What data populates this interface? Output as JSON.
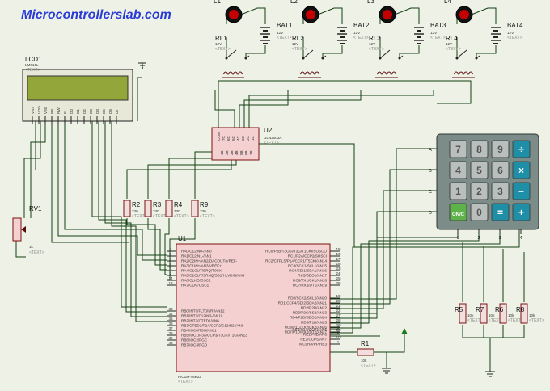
{
  "header": {
    "site": "Microcontrollerslab.com"
  },
  "placeholder": "<TEXT>",
  "lcd": {
    "ref": "LCD1",
    "part": "LM016L",
    "pins": [
      "VSS",
      "VDD",
      "VEE",
      "RS",
      "RW",
      "E",
      "D0",
      "D1",
      "D2",
      "D3",
      "D4",
      "D5",
      "D6",
      "D7"
    ]
  },
  "pot": {
    "ref": "RV1",
    "value": "1k"
  },
  "lamps": [
    "L1",
    "L2",
    "L3",
    "L4"
  ],
  "batteries": [
    {
      "ref": "BAT1",
      "v": "12V"
    },
    {
      "ref": "BAT2",
      "v": "12V"
    },
    {
      "ref": "BAT3",
      "v": "12V"
    },
    {
      "ref": "BAT4",
      "v": "12V"
    }
  ],
  "relays": [
    {
      "ref": "RL1",
      "v": "12V"
    },
    {
      "ref": "RL2",
      "v": "12V"
    },
    {
      "ref": "RL3",
      "v": "12V"
    },
    {
      "ref": "RL4",
      "v": "12V"
    }
  ],
  "driver": {
    "ref": "U2",
    "part": "ULN2003A",
    "pins_top": [
      "COM",
      "7C",
      "6C",
      "5C",
      "4C",
      "3C",
      "2C",
      "1C"
    ],
    "pins_bottom": [
      "1B",
      "2B",
      "3B",
      "4B",
      "5B",
      "6B",
      "7B"
    ]
  },
  "resistors_left": [
    {
      "ref": "R2",
      "value": "330"
    },
    {
      "ref": "R3",
      "value": "330"
    },
    {
      "ref": "R4",
      "value": "330"
    },
    {
      "ref": "R9",
      "value": "330"
    }
  ],
  "resistors_right": [
    {
      "ref": "R5",
      "value": "10k"
    },
    {
      "ref": "R7",
      "value": "10k"
    },
    {
      "ref": "R6",
      "value": "10k"
    },
    {
      "ref": "R8",
      "value": "10k"
    }
  ],
  "r1": {
    "ref": "R1",
    "value": "10k"
  },
  "mcu": {
    "ref": "U1",
    "part": "PIC18F46K22",
    "left_pins": [
      {
        "num": "2",
        "label": "RA0/C12IN0-/AN0"
      },
      {
        "num": "3",
        "label": "RA1/C12IN1-/AN1"
      },
      {
        "num": "4",
        "label": "RA2/C2IN+/AN2/DACOUT/VREF-"
      },
      {
        "num": "5",
        "label": "RA3/C1IN+/AN3/VREF+"
      },
      {
        "num": "6",
        "label": "RA4/C1OUT/SRQ/T0CKI"
      },
      {
        "num": "7",
        "label": "RA5/C2OUT/SRNQ/SS1/HLVDIN/AN4"
      },
      {
        "num": "14",
        "label": "RA6/CLKO/OSC2"
      },
      {
        "num": "13",
        "label": "RA7/CLKI/OSC1"
      },
      {
        "num": "33",
        "label": "RB0/INT0/FLT0/SRI/AN12"
      },
      {
        "num": "34",
        "label": "RB1/INT1/C12IN3-/AN10"
      },
      {
        "num": "35",
        "label": "RB2/INT2/CTED1/AN8"
      },
      {
        "num": "36",
        "label": "RB3/CTED2/P2A/CCP2/C12IN2-/AN9"
      },
      {
        "num": "37",
        "label": "RB4/IOC0/T5G/AN11"
      },
      {
        "num": "38",
        "label": "RB5/IOC1/P3A/CCP3/T3CKI/T1G/AN13"
      },
      {
        "num": "39",
        "label": "RB6/IOC2/PGC"
      },
      {
        "num": "40",
        "label": "RB7/IOC3/PGD"
      }
    ],
    "right_pins_top": [
      {
        "num": "15",
        "label": "RC0/P2B/T3CKI/T3G/T1CKI/SOSCO"
      },
      {
        "num": "16",
        "label": "RC1/P2A/CCP2/SOSCI"
      },
      {
        "num": "17",
        "label": "RC2/CTPLS/P1A/CCP1/T5CKI/AN14"
      },
      {
        "num": "18",
        "label": "RC3/SCK1/SCL1/AN15"
      },
      {
        "num": "23",
        "label": "RC4/SDI1/SDA1/AN16"
      },
      {
        "num": "24",
        "label": "RC5/SDO1/AN17"
      },
      {
        "num": "25",
        "label": "RC6/TX1/CK1/AN18"
      },
      {
        "num": "26",
        "label": "RC7/RX1/DT1/AN19"
      }
    ],
    "right_pins_mid": [
      {
        "num": "19",
        "label": "RD0/SCK2/SCL2/AN20"
      },
      {
        "num": "20",
        "label": "RD1/CCP4/SDI2/SDA2/AN21"
      },
      {
        "num": "21",
        "label": "RD2/P2D/AN22"
      },
      {
        "num": "22",
        "label": "RD3/P2C/SS2/AN23"
      },
      {
        "num": "27",
        "label": "RD4/P2D/SDO2/AN24"
      },
      {
        "num": "28",
        "label": "RD5/P1B/AN25"
      },
      {
        "num": "29",
        "label": "RD6/P1C/TX2/CK2/AN26"
      },
      {
        "num": "30",
        "label": "RD7/P1D/RX2/DT2/AN27"
      }
    ],
    "right_pins_bottom": [
      {
        "num": "8",
        "label": "RE0/P3A/CCP3/AN5"
      },
      {
        "num": "9",
        "label": "RE1/P3B/AN6"
      },
      {
        "num": "10",
        "label": "RE2/CCP5/AN7"
      },
      {
        "num": "1",
        "label": "MCLR/VPP/RE3"
      }
    ]
  },
  "keypad": {
    "rows": [
      "A",
      "B",
      "C",
      "D"
    ],
    "cols": [
      "1",
      "2",
      "3",
      "4"
    ],
    "keys": [
      [
        "7",
        "8",
        "9",
        "÷"
      ],
      [
        "4",
        "5",
        "6",
        "×"
      ],
      [
        "1",
        "2",
        "3",
        "−"
      ],
      [
        "ON/C",
        "0",
        "=",
        "+"
      ]
    ]
  },
  "colors": {
    "wire": "#133f13",
    "chip": "#f5d0d0",
    "chip_border": "#7a1010",
    "lcd_screen": "#93a63a",
    "lcd_body": "#e8e8d8",
    "key_num": "#b9bfbd",
    "key_op": "#1e8fa6",
    "key_on": "#5db24a",
    "keypad_body": "#7c8c88",
    "brand": "#2b3bd6"
  },
  "icons": {
    "lamp": "lamp-icon",
    "battery": "battery-icon",
    "relay": "relay-icon",
    "ground": "ground-icon",
    "power": "power-arrow-icon"
  }
}
